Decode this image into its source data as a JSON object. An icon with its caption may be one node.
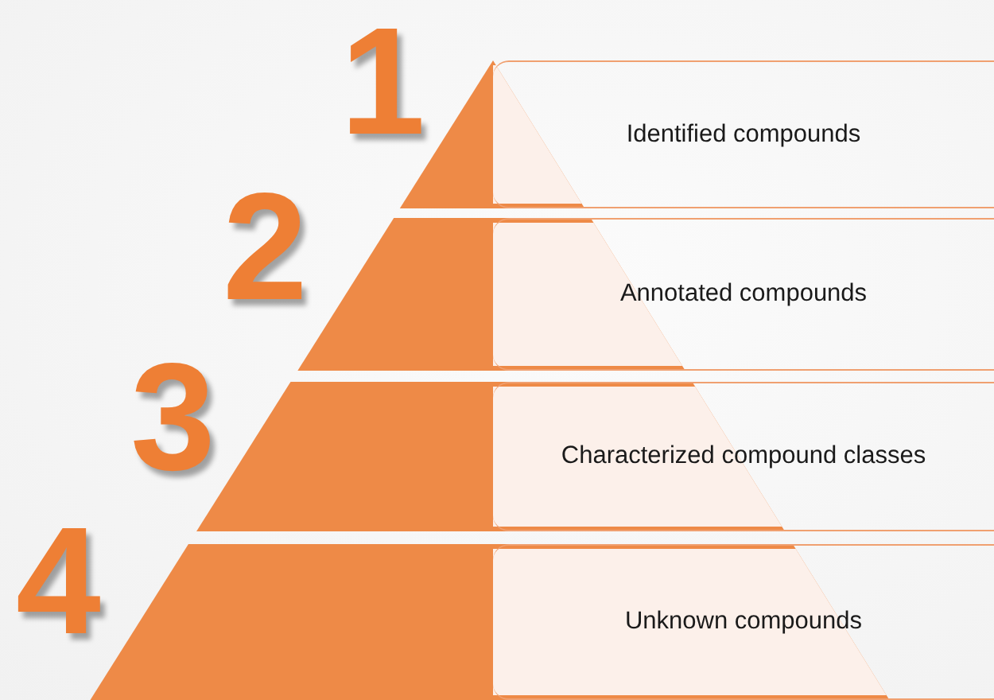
{
  "diagram": {
    "nodes": [
      {
        "text": [
          "Identified compounds"
        ],
        "beside": [
          "1"
        ]
      },
      {
        "text": [
          "Annotated compounds"
        ],
        "beside": [
          "2"
        ]
      },
      {
        "text": [
          "Characterized compound classes"
        ],
        "beside": [
          "3"
        ]
      },
      {
        "text": [
          "Unknown compounds"
        ],
        "beside": [
          "4"
        ]
      }
    ]
  }
}
